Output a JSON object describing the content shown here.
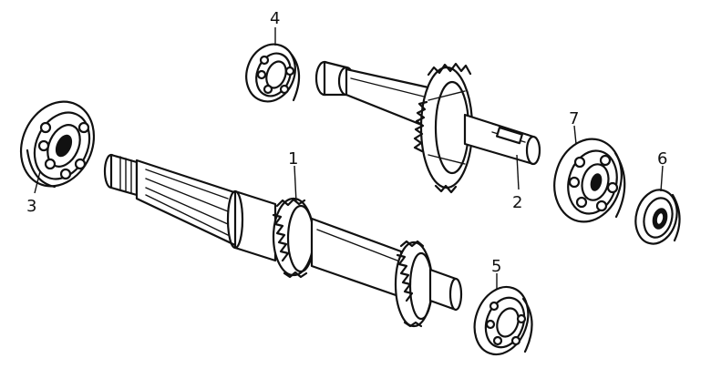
{
  "diagram": {
    "callouts": [
      {
        "id": "1",
        "label": "1",
        "part": "mainshaft"
      },
      {
        "id": "2",
        "label": "2",
        "part": "countershaft"
      },
      {
        "id": "3",
        "label": "3",
        "part": "bearing"
      },
      {
        "id": "4",
        "label": "4",
        "part": "bearing"
      },
      {
        "id": "5",
        "label": "5",
        "part": "bearing"
      },
      {
        "id": "6",
        "label": "6",
        "part": "oil-seal"
      },
      {
        "id": "7",
        "label": "7",
        "part": "bearing"
      }
    ],
    "colors": {
      "ink": "#111111",
      "background": "#ffffff"
    }
  }
}
